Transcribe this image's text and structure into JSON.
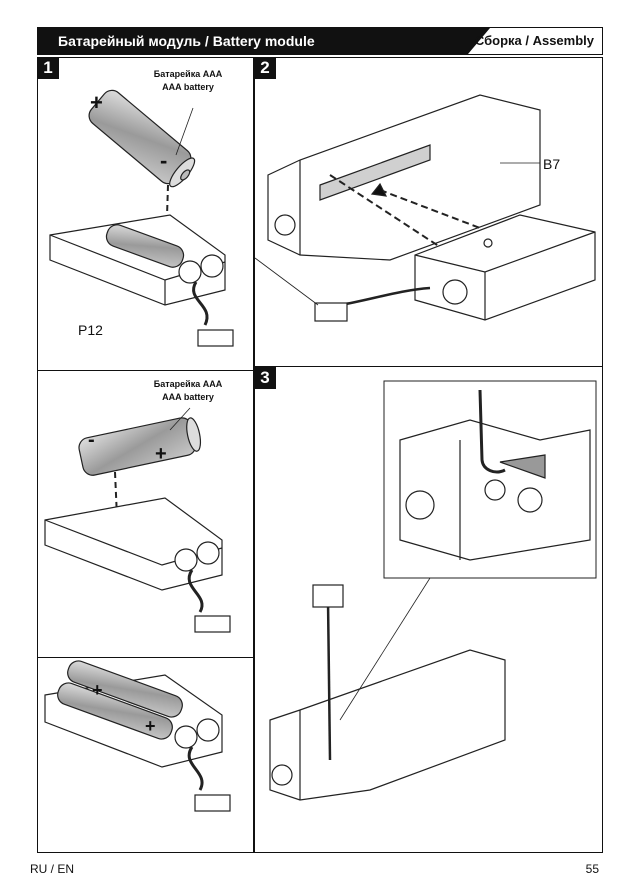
{
  "header": {
    "title": "Батарейный модуль / Battery module",
    "section": "Сборка / Assembly"
  },
  "steps": {
    "step1": "1",
    "step2": "2",
    "step3": "3"
  },
  "labels": {
    "battery_ru": "Батарейка AAA",
    "battery_en": "AAA battery",
    "battery2_ru": "Батарейка AAA",
    "battery2_en": "AAA battery",
    "part_p12": "P12",
    "part_b7": "B7"
  },
  "footer": {
    "language": "RU / EN",
    "page_number": "55"
  }
}
